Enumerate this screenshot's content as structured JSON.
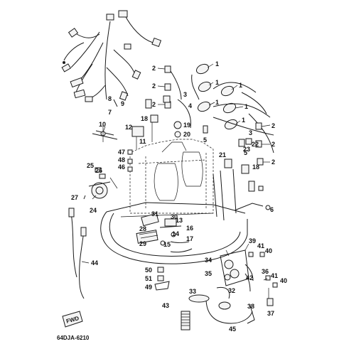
{
  "diagram": {
    "code": "64DJA-6210",
    "fwd_label": "FWD",
    "labels": [
      {
        "text": "1"
      },
      {
        "text": "1"
      },
      {
        "text": "1"
      },
      {
        "text": "1"
      },
      {
        "text": "1"
      },
      {
        "text": "1"
      },
      {
        "text": "2"
      },
      {
        "text": "2"
      },
      {
        "text": "2"
      },
      {
        "text": "2"
      },
      {
        "text": "2"
      },
      {
        "text": "2"
      },
      {
        "text": "3"
      },
      {
        "text": "3"
      },
      {
        "text": "4"
      },
      {
        "text": "5"
      },
      {
        "text": "5"
      },
      {
        "text": "6"
      },
      {
        "text": "7"
      },
      {
        "text": "8"
      },
      {
        "text": "9"
      },
      {
        "text": "10"
      },
      {
        "text": "11"
      },
      {
        "text": "12"
      },
      {
        "text": "13"
      },
      {
        "text": "14"
      },
      {
        "text": "15"
      },
      {
        "text": "16"
      },
      {
        "text": "17"
      },
      {
        "text": "18"
      },
      {
        "text": "18"
      },
      {
        "text": "19"
      },
      {
        "text": "20"
      },
      {
        "text": "21"
      },
      {
        "text": "22"
      },
      {
        "text": "23"
      },
      {
        "text": "24"
      },
      {
        "text": "25"
      },
      {
        "text": "26"
      },
      {
        "text": "27"
      },
      {
        "text": "28"
      },
      {
        "text": "29"
      },
      {
        "text": "30"
      },
      {
        "text": "31"
      },
      {
        "text": "32"
      },
      {
        "text": "33"
      },
      {
        "text": "34"
      },
      {
        "text": "35"
      },
      {
        "text": "36"
      },
      {
        "text": "37"
      },
      {
        "text": "38"
      },
      {
        "text": "39"
      },
      {
        "text": "40"
      },
      {
        "text": "40"
      },
      {
        "text": "41"
      },
      {
        "text": "41"
      },
      {
        "text": "42"
      },
      {
        "text": "43"
      },
      {
        "text": "44"
      },
      {
        "text": "45"
      },
      {
        "text": "46"
      },
      {
        "text": "47"
      },
      {
        "text": "48"
      },
      {
        "text": "49"
      },
      {
        "text": "50"
      },
      {
        "text": "51"
      }
    ]
  }
}
